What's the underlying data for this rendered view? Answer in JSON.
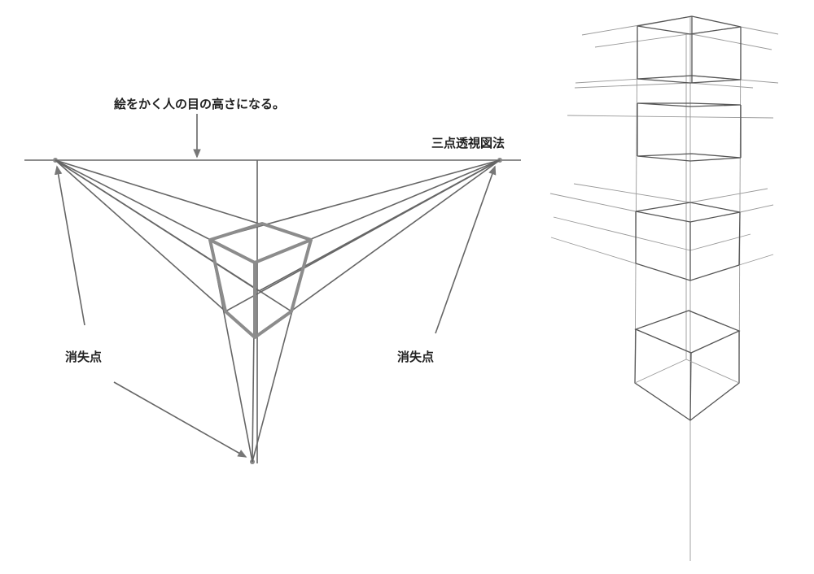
{
  "labels": {
    "eye_level": "絵をかく人の目の高さになる。",
    "title": "三点透視図法",
    "vanishing_point_left": "消失点",
    "vanishing_point_right": "消失点"
  }
}
